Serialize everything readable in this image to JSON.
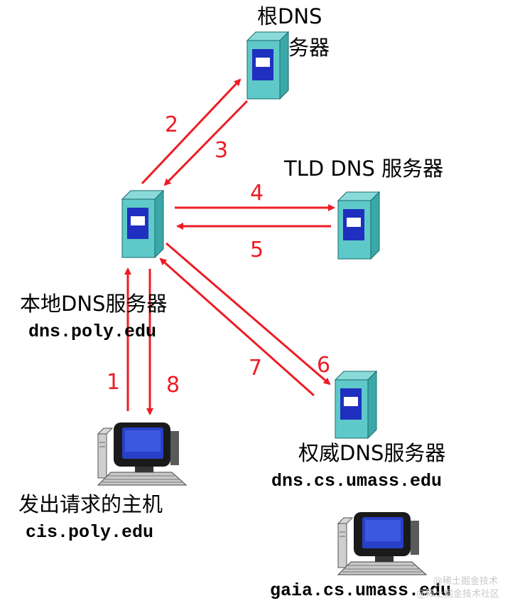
{
  "nodes": {
    "root_server": {
      "label_line1": "根DNS",
      "label_line2": "务器"
    },
    "tld_server": {
      "label": "TLD DNS 服务器"
    },
    "local_server": {
      "label": "本地DNS服务器",
      "host": "dns.poly.edu"
    },
    "auth_server": {
      "label": "权威DNS服务器",
      "host": "dns.cs.umass.edu"
    },
    "requesting_host": {
      "label": "发出请求的主机",
      "host": "cis.poly.edu"
    },
    "target_host": {
      "host": "gaia.cs.umass.edu"
    }
  },
  "steps": [
    "1",
    "2",
    "3",
    "4",
    "5",
    "6",
    "7",
    "8"
  ],
  "colors": {
    "arrow": "#ee1c25",
    "server_body": "#5fc8c8",
    "server_screen": "#1f2fbf",
    "computer_monitor": "#1a1a1a",
    "computer_screen": "#2840c8"
  },
  "watermark": {
    "line1": "@稀土掘金技术",
    "line2": "@稀土掘金技术社区"
  }
}
